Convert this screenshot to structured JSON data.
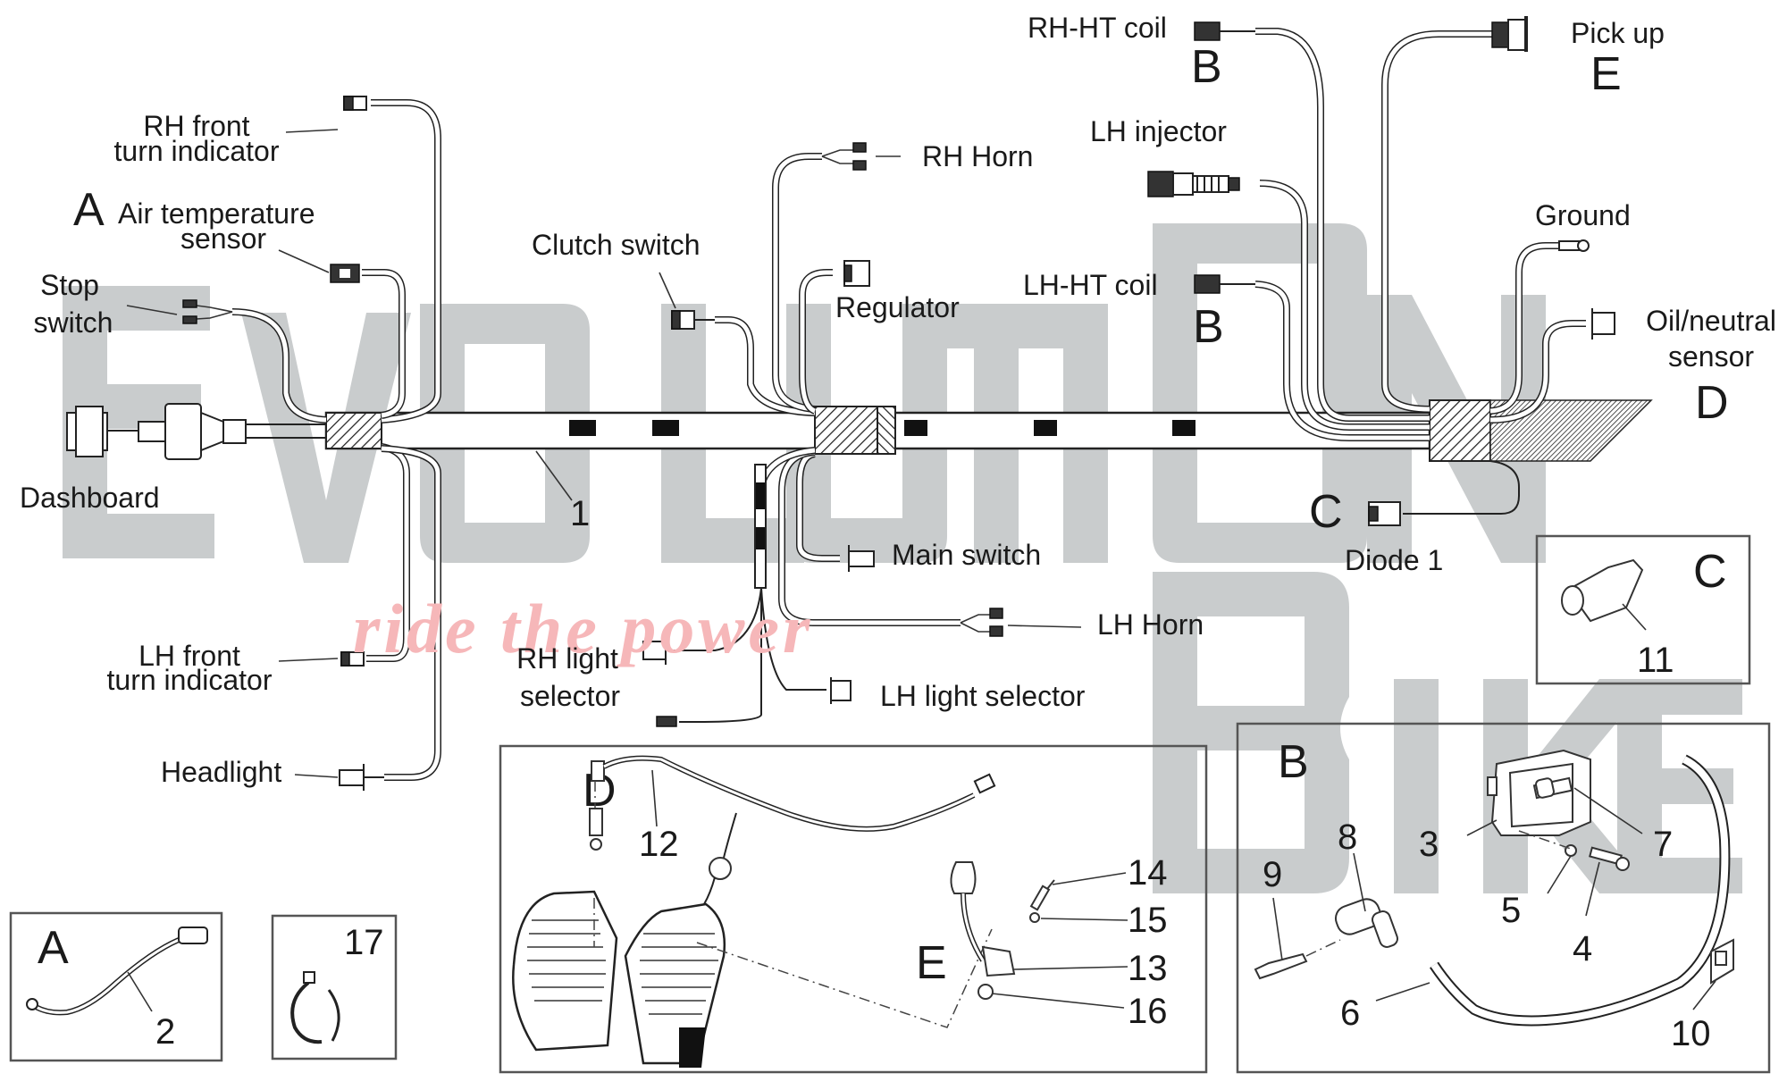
{
  "diagram": {
    "title": "Electrical wiring harness - exploded parts diagram",
    "watermark": {
      "brand_letters": [
        "E",
        "V",
        "O",
        "L",
        "U",
        "T",
        "I",
        "O",
        "N"
      ],
      "brand_second_word": "BIKE",
      "slogan": "ride the power",
      "brand_color": "#c9cccd",
      "slogan_color": "#f6b7b9"
    },
    "connector_labels": {
      "rh_front_turn_indicator": [
        "RH front",
        "turn indicator"
      ],
      "air_temperature_sensor": [
        "Air temperature",
        "sensor"
      ],
      "stop_switch": [
        "Stop",
        "switch"
      ],
      "dashboard": "Dashboard",
      "lh_front_turn_indicator": [
        "LH front",
        "turn indicator"
      ],
      "headlight": "Headlight",
      "clutch_switch": "Clutch switch",
      "rh_horn": "RH Horn",
      "regulator": "Regulator",
      "rh_ht_coil": "RH-HT coil",
      "lh_injector": "LH injector",
      "lh_ht_coil": "LH-HT coil",
      "pick_up": "Pick up",
      "ground": "Ground",
      "oil_neutral_sensor": [
        "Oil/neutral",
        "sensor"
      ],
      "diode_1": "Diode 1",
      "main_switch": "Main switch",
      "lh_horn": "LH Horn",
      "rh_light_selector": [
        "RH light",
        "selector"
      ],
      "lh_light_selector": "LH light selector"
    },
    "section_letters": {
      "air_temp": "A",
      "rh_ht_coil": "B",
      "lh_ht_coil": "B",
      "pick_up": "E",
      "oil_neutral": "D",
      "diode": "C"
    },
    "part_numbers": {
      "harness": "1"
    },
    "detail_panels": {
      "A": {
        "letter": "A",
        "parts": [
          "2"
        ]
      },
      "clip": {
        "letter": "",
        "parts": [
          "17"
        ]
      },
      "D": {
        "letter": "D",
        "secondary_letter": "E",
        "parts": [
          "12",
          "14",
          "15",
          "13",
          "16"
        ]
      },
      "C": {
        "letter": "C",
        "parts": [
          "11"
        ]
      },
      "B": {
        "letter": "B",
        "parts": [
          "9",
          "8",
          "3",
          "7",
          "5",
          "4",
          "6",
          "10"
        ]
      }
    }
  }
}
